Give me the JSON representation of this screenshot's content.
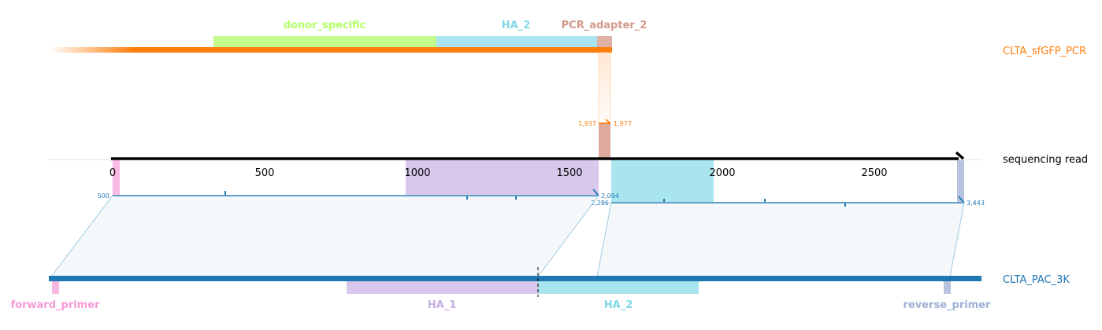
{
  "tracks": {
    "pcr": {
      "name": "CLTA_sfGFP_PCR",
      "color": "#ff7f0e"
    },
    "read": {
      "name": "sequencing read",
      "color": "#000000"
    },
    "ref": {
      "name": "CLTA_PAC_3K",
      "color": "#1f77b4"
    }
  },
  "pcr_features": [
    {
      "id": "donor-specific",
      "label": "donor_specific",
      "color": "#b3ff66"
    },
    {
      "id": "ha-2-top",
      "label": "HA_2",
      "color": "#7fd9e6"
    },
    {
      "id": "pcr-adapter-2",
      "label": "PCR_adapter_2",
      "color": "#d4998a"
    }
  ],
  "ref_features": [
    {
      "id": "forward-primer",
      "label": "forward_primer",
      "color": "#f799d6"
    },
    {
      "id": "ha-1",
      "label": "HA_1",
      "color": "#c5b0e3"
    },
    {
      "id": "ha-2-bottom",
      "label": "HA_2",
      "color": "#7fd9e6"
    },
    {
      "id": "reverse-primer",
      "label": "reverse_primer",
      "color": "#9fb0d6"
    }
  ],
  "read_axis": {
    "ticks": [
      "0",
      "500",
      "1000",
      "1500",
      "2000",
      "2500"
    ]
  },
  "coords": {
    "pcr_left": "1,937",
    "pcr_right": "1,977",
    "ref1_left": "500",
    "ref1_right": "2,094",
    "ref2_left": "2,286",
    "ref2_right": "3,443"
  }
}
